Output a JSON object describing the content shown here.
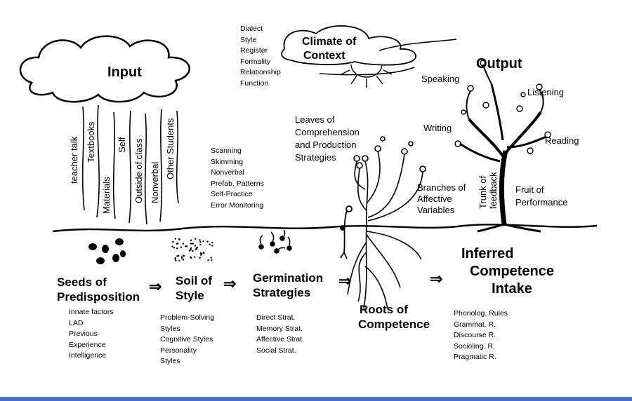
{
  "input": {
    "title": "Input",
    "sources": [
      "teacher talk",
      "Textbooks",
      "Materials",
      "Self",
      "Outside of class",
      "Nonverbal",
      "Other Students"
    ]
  },
  "climate": {
    "title_line1": "Climate of",
    "title_line2": "Context",
    "factors": [
      "Dialect",
      "Style",
      "Register",
      "Formality",
      "Relationship",
      "Function"
    ]
  },
  "output": {
    "title": "Output",
    "skills": {
      "speaking": "Speaking",
      "listening": "Listening",
      "writing": "Writing",
      "reading": "Reading"
    }
  },
  "leaves": {
    "line1": "Leaves of",
    "line2": "Comprehension",
    "line3": "and Production",
    "line4": "Strategies"
  },
  "strategies_list": [
    "Scanning",
    "Skimming",
    "Nonverbal",
    "Prefab. Patterns",
    "Self-Practice",
    "Error Monitoring"
  ],
  "branches": {
    "line1": "Branches of",
    "line2": "Affective",
    "line3": "Variables"
  },
  "trunk": {
    "line1": "Trunk of",
    "line2": "feedback"
  },
  "fruit": {
    "line1": "Fruit of",
    "line2": "Performance"
  },
  "stages": {
    "seeds": {
      "line1": "Seeds of",
      "line2": "Predisposition",
      "items": [
        "Innate factors",
        "LAD",
        "Previous",
        "Experience",
        "Intelligence"
      ]
    },
    "soil": {
      "line1": "Soil of",
      "line2": "Style",
      "items": [
        "Problem-Solving",
        "Styles",
        "Cognitive Styles",
        "Personality",
        "Styles"
      ]
    },
    "germination": {
      "line1": "Germination",
      "line2": "Strategies",
      "items": [
        "Direct Strat.",
        "Memory Strat.",
        "Affective Strat.",
        "Social Strat."
      ]
    },
    "roots": {
      "line1": "Roots of",
      "line2": "Competence"
    },
    "inferred": {
      "line1": "Inferred",
      "line2": "Competence",
      "line3": "Intake",
      "items": [
        "Phonolog. Rules",
        "Grammat. R.",
        "Discourse R.",
        "Socioling. R.",
        "Pragmatic R."
      ]
    }
  },
  "arrow_glyph": "⇒",
  "colors": {
    "footer_bar": "#4a6fc0",
    "ink": "#000000"
  }
}
